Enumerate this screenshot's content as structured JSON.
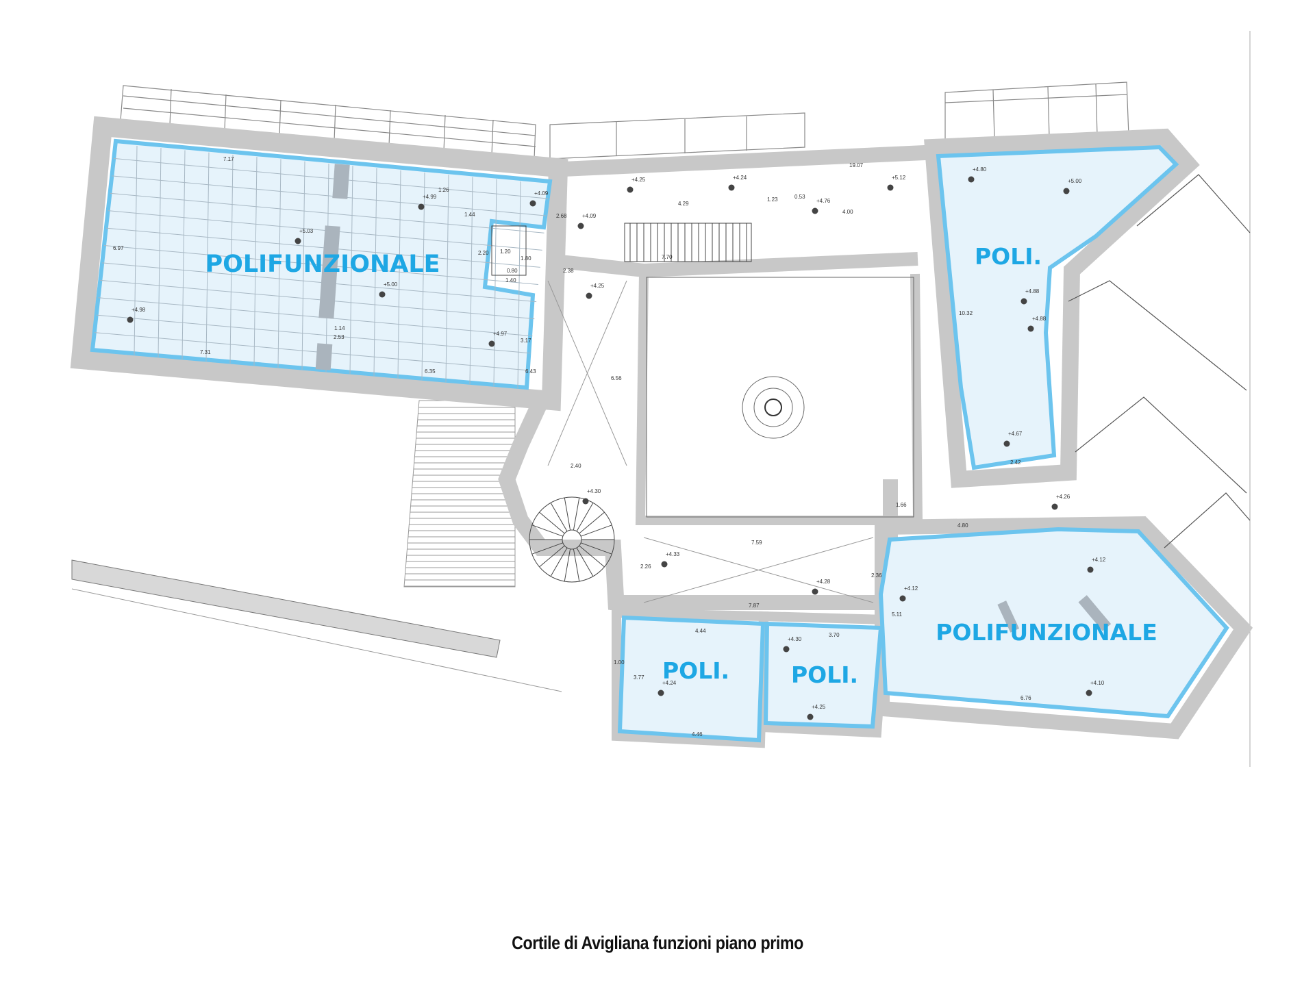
{
  "caption": "Cortile di Avigliana funzioni piano primo",
  "colors": {
    "room_outline": "#6cc4ee",
    "room_fill": "#e6f3fb",
    "label": "#1ea7e4",
    "wall": "#c8c8c8"
  },
  "rooms": [
    {
      "label": "POLIFUNZIONALE"
    },
    {
      "label": "POLI."
    },
    {
      "label": "POLIFUNZIONALE"
    },
    {
      "label": "POLI."
    },
    {
      "label": "POLI."
    }
  ],
  "elevations": [
    "+5.03",
    "+5.00",
    "+4.99",
    "+4.09",
    "+4.98",
    "+4.97",
    "+4.25",
    "+4.24",
    "+4.76",
    "+5.12",
    "+4.80",
    "+5.00",
    "+4.88",
    "+4.88",
    "+4.67",
    "+4.09",
    "+4.25",
    "+4.30",
    "+4.33",
    "+4.28",
    "+4.12",
    "+4.12",
    "+4.10",
    "+4.24",
    "+4.30",
    "+4.25",
    "+4.26"
  ],
  "dimensions": [
    "7.17",
    "6.97",
    "7.31",
    "6.35",
    "3.17",
    "6.43",
    "2.68",
    "1.44",
    "2.20",
    "1.40",
    "0.80",
    "1.14",
    "2.53",
    "19.07",
    "4.29",
    "7.70",
    "1.23",
    "0.53",
    "4.00",
    "2.38",
    "6.56",
    "2.40",
    "10.32",
    "2.42",
    "1.66",
    "4.80",
    "7.59",
    "2.26",
    "7.87",
    "2.36",
    "4.44",
    "3.77",
    "4.46",
    "3.70",
    "6.76",
    "5.11",
    "1.00",
    "1.26",
    "1.20",
    "1.80"
  ]
}
